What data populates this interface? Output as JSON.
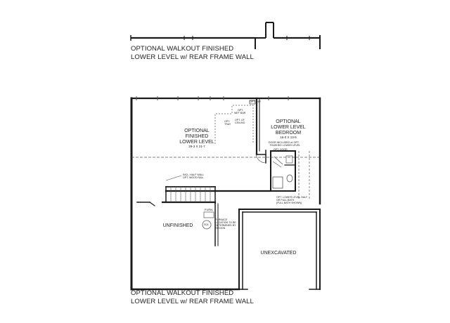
{
  "titles": {
    "top_line1": "OPTIONAL WALKOUT FINISHED",
    "top_line2": "LOWER LEVEL w/ REAR FRAME WALL",
    "bottom_line1": "OPTIONAL WALKOUT FINISHED",
    "bottom_line2": "LOWER LEVEL w/ REAR FRAME WALL"
  },
  "rooms": {
    "finished_line1": "OPTIONAL",
    "finished_line2": "FINISHED",
    "finished_line3": "LOWER LEVEL",
    "finished_dims": "29-3 X 21-7",
    "bedroom_line1": "OPTIONAL",
    "bedroom_line2": "LOWER LEVEL",
    "bedroom_line3": "BEDROOM",
    "bedroom_dims": "16-0 X 13-5",
    "unfinished": "UNFINISHED",
    "unexcavated": "UNEXCAVATED"
  },
  "notes": {
    "opt_ref": "OPT. REF.",
    "wet_bar_1": "OPT.",
    "wet_bar_2": "WET BAR",
    "opt_tray_1": "OPT.",
    "opt_tray_2": "TRAY",
    "opt_ceiling_1": "OPT. LR",
    "opt_ceiling_2": "CEILING",
    "door_note_1": "DOOR INCLUDED w/ OPT.",
    "door_note_2": "FINISHED LOWER LEVEL",
    "opt_door": "OPT. DOOR",
    "half_wall_1": "INCL. HALF WALL",
    "half_wall_2": "OPT. WOOD RAIL",
    "bath_1": "OPT. LOWER LEVEL HALF",
    "bath_2": "OR FULL BATH",
    "bath_3": "(FULL BATH SHOWN)",
    "furn": "FURN.",
    "sca": "SCA",
    "furnace_1": "FURNACE",
    "furnace_2": "LOCATION TO BE",
    "furnace_3": "DETERMINED BY",
    "furnace_4": "REGION"
  },
  "colors": {
    "wall": "#1a1a1a",
    "thin_line": "#555555",
    "text": "#222222"
  }
}
